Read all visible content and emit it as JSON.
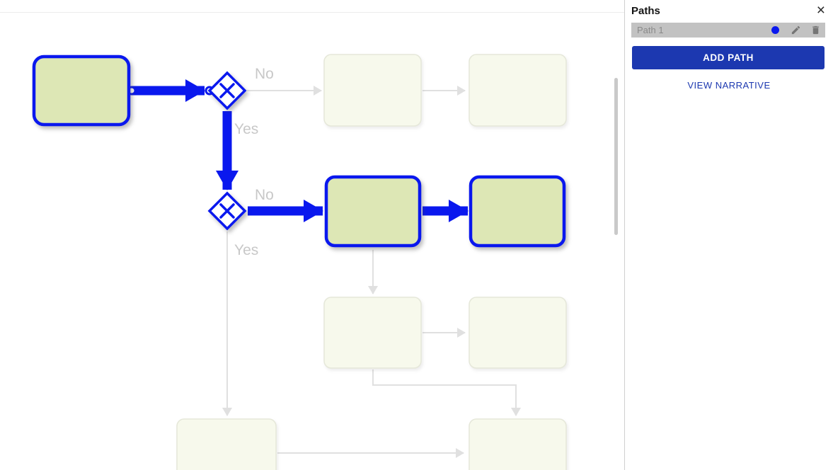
{
  "panel": {
    "title": "Paths",
    "close_icon": "×",
    "paths": [
      {
        "label": "Path 1",
        "color": "#0a18ee"
      }
    ],
    "add_path_label": "ADD PATH",
    "view_narrative_label": "VIEW NARRATIVE"
  },
  "diagram": {
    "gateways": {
      "g1": {
        "no_label": "No",
        "yes_label": "Yes"
      },
      "g2": {
        "no_label": "No",
        "yes_label": "Yes"
      }
    }
  },
  "colors": {
    "highlight_blue": "#0a18ee",
    "button_blue": "#1c38b0",
    "active_node_fill": "#dde7b5",
    "faded_node_fill": "#f7f9ec",
    "faded_line": "#e0e0e0",
    "label_gray": "#c8c8c8",
    "path_row_bg": "#c2c2c2"
  }
}
